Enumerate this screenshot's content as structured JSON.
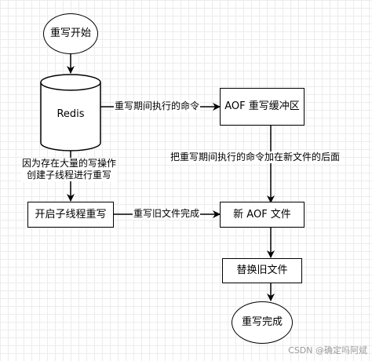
{
  "nodes": {
    "start": "重写开始",
    "redis": "Redis",
    "aof_buffer": "AOF 重写缓冲区",
    "fork_rewrite": "开启子线程重写",
    "new_aof": "新 AOF 文件",
    "replace": "替换旧文件",
    "done": "重写完成"
  },
  "edges": {
    "redis_to_buffer": "重写期间执行的命令",
    "buffer_to_new_line1": "把重写期间执行的命令加在新文件的后面",
    "redis_to_fork_line1": "因为存在大量的写操作",
    "redis_to_fork_line2": "创建子线程进行重写",
    "fork_to_new": "重写旧文件完成"
  },
  "watermark": "CSDN @确定吗阿斌"
}
